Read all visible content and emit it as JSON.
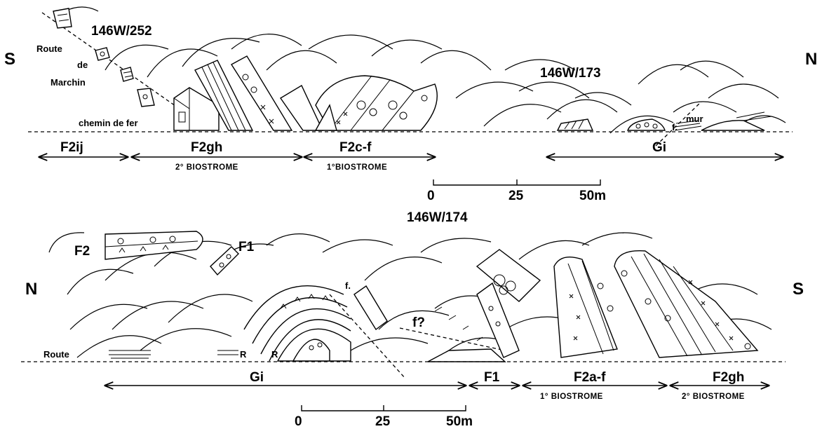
{
  "top_section": {
    "station_a": "146W/252",
    "station_b": "146W/173",
    "orientation_left": "S",
    "orientation_right": "N",
    "road_line1": "Route",
    "road_line2": "de",
    "road_line3": "Marchin",
    "railway": "chemin de fer",
    "fault": "f.",
    "wall": "mur",
    "units": [
      {
        "label": "F2ij",
        "sub": ""
      },
      {
        "label": "F2gh",
        "sub": "2° BIOSTROME"
      },
      {
        "label": "F2c-f",
        "sub": "1°BIOSTROME"
      },
      {
        "label": "Gi",
        "sub": ""
      }
    ],
    "scale": [
      "0",
      "25",
      "50m"
    ]
  },
  "bottom_section": {
    "station": "146W/174",
    "orientation_left": "N",
    "orientation_right": "S",
    "inset_f2": "F2",
    "inset_f1": "F1",
    "road": "Route",
    "r_mark_1": "R",
    "r_mark_2": "R",
    "fault": "f.",
    "fault_q": "f?",
    "units": [
      {
        "label": "Gi",
        "sub": ""
      },
      {
        "label": "F1",
        "sub": ""
      },
      {
        "label": "F2a-f",
        "sub": "1° BIOSTROME"
      },
      {
        "label": "F2gh",
        "sub": "2° BIOSTROME"
      }
    ],
    "scale": [
      "0",
      "25",
      "50m"
    ]
  }
}
